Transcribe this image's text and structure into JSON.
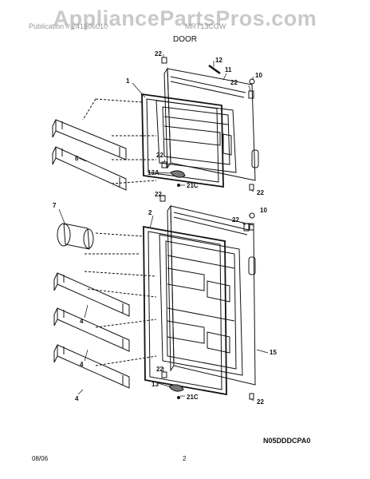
{
  "watermark": "AppliancePartsPros.com",
  "header": {
    "publication_text": "Publication # 241606010",
    "model_text": "MRT13CGW",
    "section_title": "DOOR"
  },
  "diagram_code": "N05DDDCPA0",
  "footer": {
    "date": "08/06",
    "page": "2"
  },
  "callouts": {
    "c22a": "22",
    "c12": "12",
    "c11": "11",
    "c10a": "10",
    "c22b": "22",
    "c1": "1",
    "c8": "8",
    "c22c": "22",
    "c13a": "13A",
    "c21ca": "21C",
    "c22d": "22",
    "c22e": "22",
    "c10b": "10",
    "c22f": "22",
    "c7": "7",
    "c2": "2",
    "c4a": "4",
    "c4b": "4",
    "c4c": "4",
    "c15": "15",
    "c22g": "22",
    "c13": "13",
    "c21cb": "21C",
    "c22h": "22"
  }
}
